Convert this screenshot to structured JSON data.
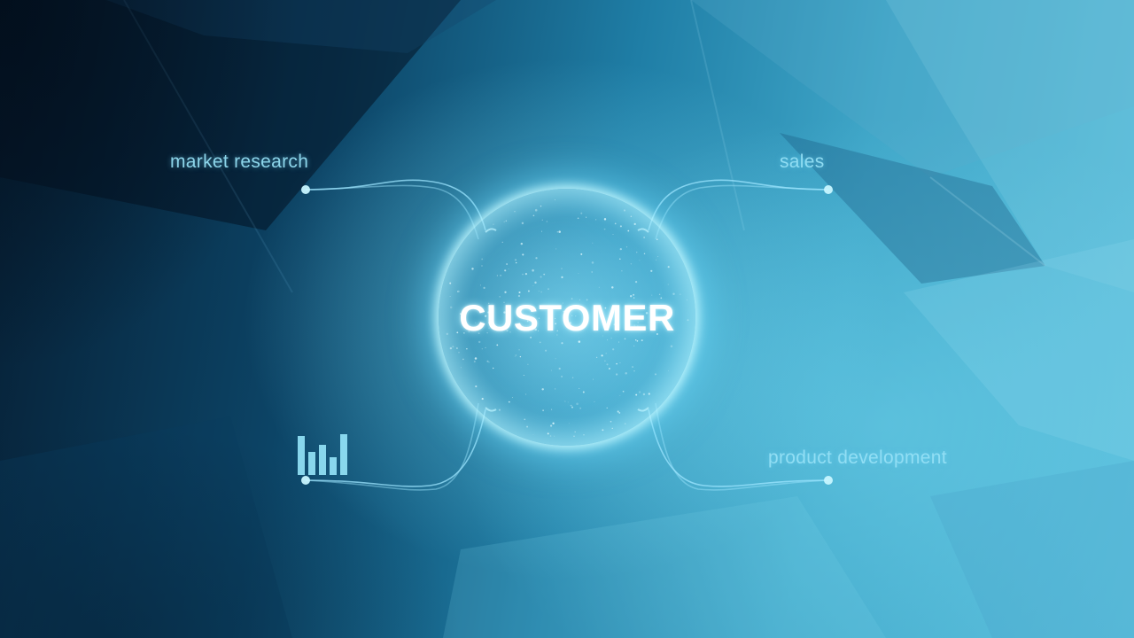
{
  "diagram": {
    "hub": {
      "label": "CUSTOMER"
    },
    "nodes": [
      {
        "id": "market",
        "label": "market research"
      },
      {
        "id": "sales",
        "label": "sales"
      },
      {
        "id": "analytics",
        "label": "",
        "icon": "bar-chart-icon"
      },
      {
        "id": "product",
        "label": "product development"
      }
    ]
  },
  "colors": {
    "hub_glow": "#c8faff",
    "connector": "#9ee6ff",
    "label": "#96e1f5"
  }
}
